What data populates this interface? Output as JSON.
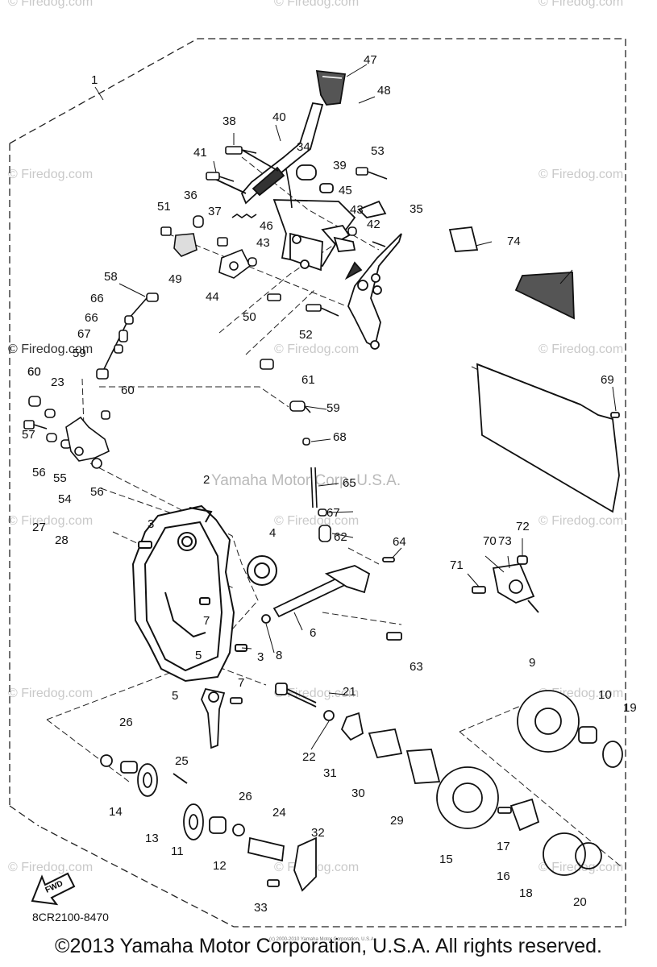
{
  "diagram": {
    "part_labels": [
      "1",
      "2",
      "3",
      "3",
      "4",
      "5",
      "5",
      "6",
      "7",
      "7",
      "8",
      "9",
      "10",
      "11",
      "12",
      "13",
      "14",
      "15",
      "16",
      "17",
      "18",
      "19",
      "20",
      "21",
      "22",
      "23",
      "24",
      "25",
      "26",
      "26",
      "27",
      "28",
      "29",
      "30",
      "31",
      "32",
      "33",
      "34",
      "35",
      "36",
      "37",
      "38",
      "39",
      "40",
      "41",
      "42",
      "43",
      "43",
      "44",
      "45",
      "46",
      "47",
      "48",
      "49",
      "50",
      "51",
      "52",
      "53",
      "54",
      "55",
      "56",
      "56",
      "57",
      "58",
      "59",
      "59",
      "60",
      "60",
      "60",
      "61",
      "62",
      "63",
      "64",
      "65",
      "66",
      "66",
      "67",
      "67",
      "68",
      "69",
      "70",
      "71",
      "72",
      "73",
      "74"
    ],
    "fwd_arrow_label": "FWD",
    "part_number": "8CR2100-8470",
    "watermark_site": "© Firedog.com",
    "watermark_maker": "Yamaha Motor Corp, U.S.A.",
    "small_print": "(c) 2000-2010 Yamaha Motor Corporation, U.S.A.",
    "copyright": "©2013 Yamaha Motor Corporation, U.S.A. All rights reserved."
  }
}
